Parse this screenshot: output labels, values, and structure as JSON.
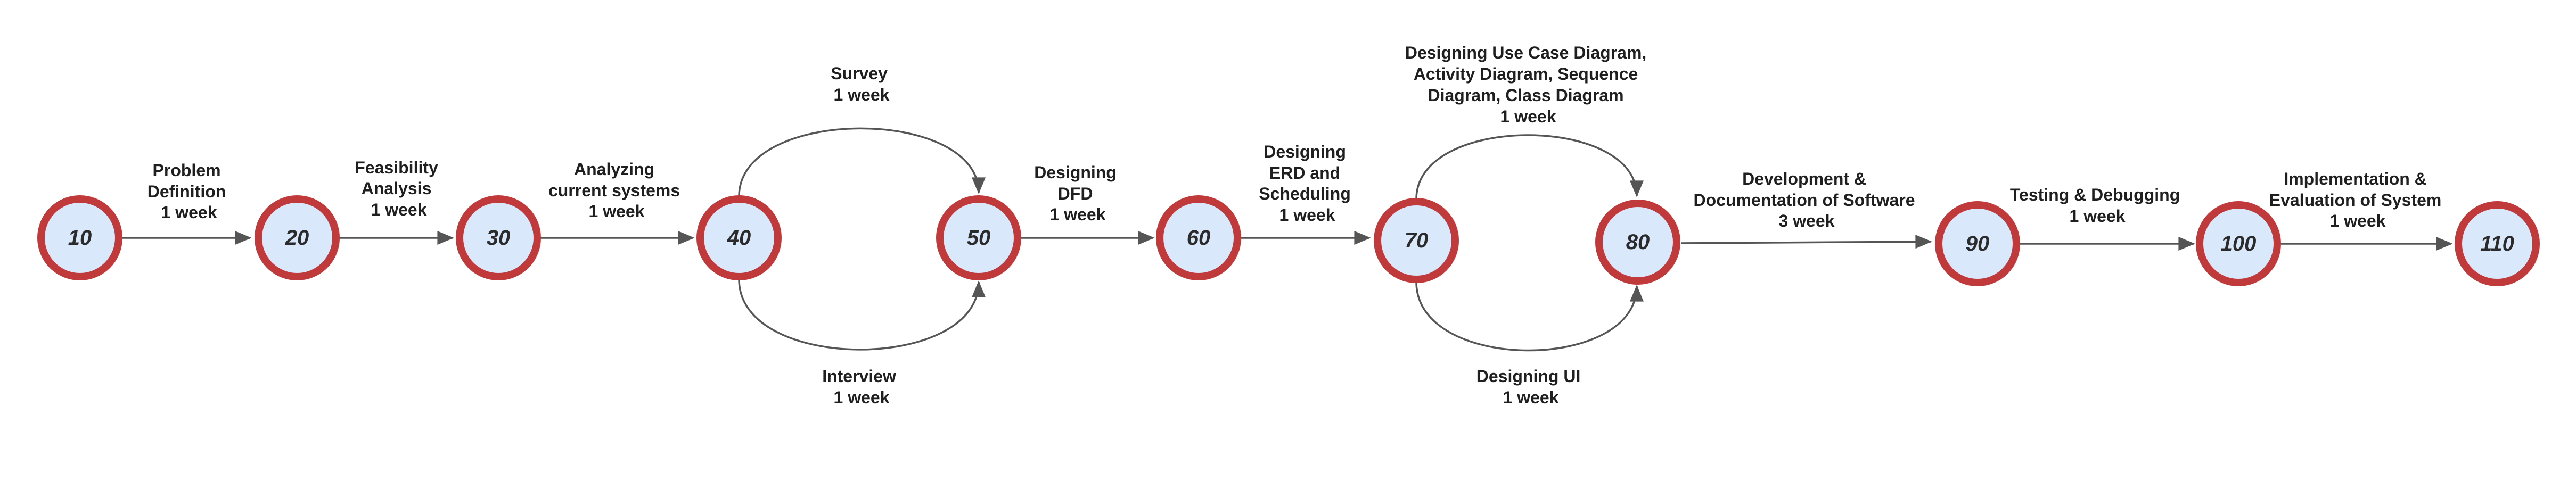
{
  "nodes": [
    {
      "id": "10",
      "label": "10"
    },
    {
      "id": "20",
      "label": "20"
    },
    {
      "id": "30",
      "label": "30"
    },
    {
      "id": "40",
      "label": "40"
    },
    {
      "id": "50",
      "label": "50"
    },
    {
      "id": "60",
      "label": "60"
    },
    {
      "id": "70",
      "label": "70"
    },
    {
      "id": "80",
      "label": "80"
    },
    {
      "id": "90",
      "label": "90"
    },
    {
      "id": "100",
      "label": "100"
    },
    {
      "id": "110",
      "label": "110"
    }
  ],
  "edges": [
    {
      "from": "10",
      "to": "20",
      "label": [
        "Problem",
        "Definition",
        "1 week"
      ]
    },
    {
      "from": "20",
      "to": "30",
      "label": [
        "Feasibility",
        "Analysis",
        "1 week"
      ]
    },
    {
      "from": "30",
      "to": "40",
      "label": [
        "Analyzing",
        "current systems",
        "1 week"
      ]
    },
    {
      "from": "40",
      "to": "50",
      "label": [
        "Survey",
        "1 week"
      ]
    },
    {
      "from": "40",
      "to": "50",
      "label": [
        "Interview",
        "1 week"
      ]
    },
    {
      "from": "50",
      "to": "60",
      "label": [
        "Designing",
        "DFD",
        "1 week"
      ]
    },
    {
      "from": "60",
      "to": "70",
      "label": [
        "Designing",
        "ERD and",
        "Scheduling",
        "1 week"
      ]
    },
    {
      "from": "70",
      "to": "80",
      "label": [
        "Designing Use Case Diagram,",
        "Activity Diagram, Sequence",
        "Diagram, Class Diagram",
        "1 week"
      ]
    },
    {
      "from": "70",
      "to": "80",
      "label": [
        "Designing UI",
        "1 week"
      ]
    },
    {
      "from": "80",
      "to": "90",
      "label": [
        "Development &",
        "Documentation of Software",
        "3 week"
      ]
    },
    {
      "from": "90",
      "to": "100",
      "label": [
        "Testing & Debugging",
        "1 week"
      ]
    },
    {
      "from": "100",
      "to": "110",
      "label": [
        "Implementation &",
        "Evaluation of System",
        "1 week"
      ]
    }
  ],
  "colors": {
    "node_fill": "#dae8fc",
    "node_border": "#c0393b",
    "edge": "#555555",
    "text": "#1f1f1f"
  }
}
